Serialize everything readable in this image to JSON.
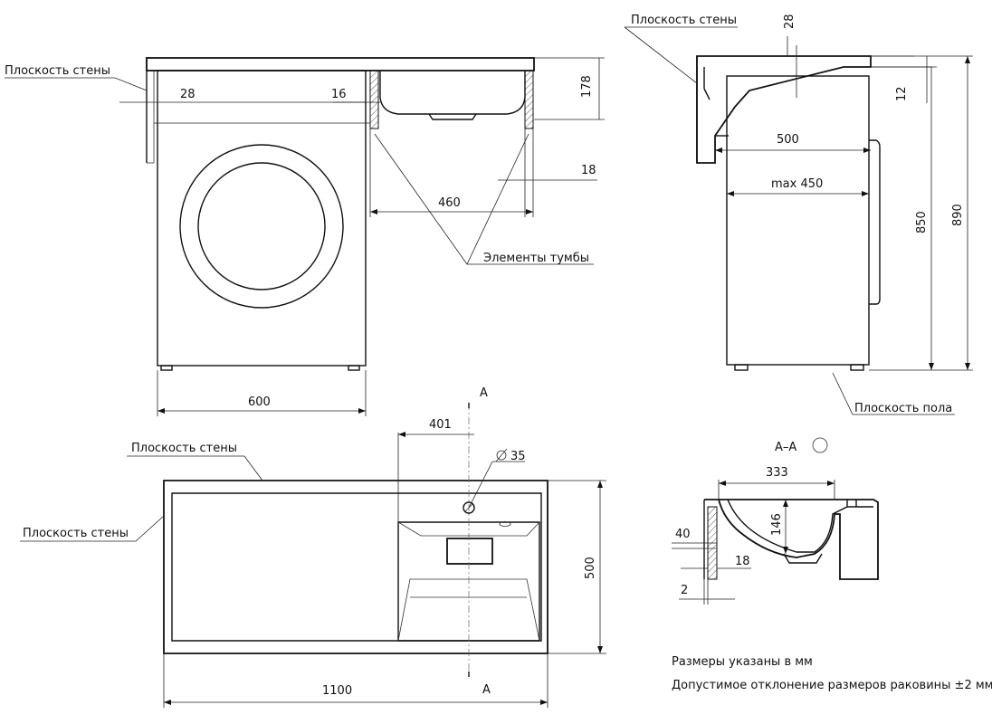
{
  "labels": {
    "wall_plane": "Плоскость стены",
    "floor_plane": "Плоскость пола",
    "cabinet_elements": "Элементы тумбы",
    "section": "А–А",
    "cut_letter": "А",
    "dims_note": "Размеры указаны в мм",
    "tolerance_note": "Допустимое отклонение размеров раковины ±2 мм"
  },
  "dims": {
    "d28": "28",
    "d16": "16",
    "d178": "178",
    "d18": "18",
    "d460": "460",
    "d600": "600",
    "d12": "12",
    "d500": "500",
    "max450": "max 450",
    "d850": "850",
    "d890": "890",
    "d401": "401",
    "d35": "35",
    "d1100": "1100",
    "d333": "333",
    "d146": "146",
    "d40": "40",
    "d2": "2"
  }
}
